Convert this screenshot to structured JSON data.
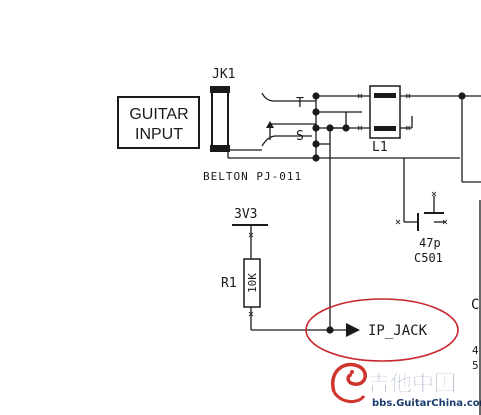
{
  "labels": {
    "guitar_input_line1": "GUITAR",
    "guitar_input_line2": "INPUT",
    "jack_ref": "JK1",
    "pin_t": "T",
    "pin_s": "S",
    "jack_part": "BELTON PJ-011",
    "inductor_ref": "L1",
    "cap_value": "47p",
    "cap_ref": "C501",
    "supply": "3V3",
    "resistor_ref": "R1",
    "resistor_value": "10K",
    "net_name": "IP_JACK",
    "edge_c": "C",
    "edge_4": "4",
    "edge_5": "5"
  },
  "watermark": {
    "brand": "吉他中国",
    "url": "bbs.GuitarChina.com"
  },
  "colors": {
    "highlight_ellipse": "#c8262b",
    "watermark_text": "#1c3d6e",
    "watermark_logo": "#d0342c",
    "ink": "#1a1a1a"
  }
}
